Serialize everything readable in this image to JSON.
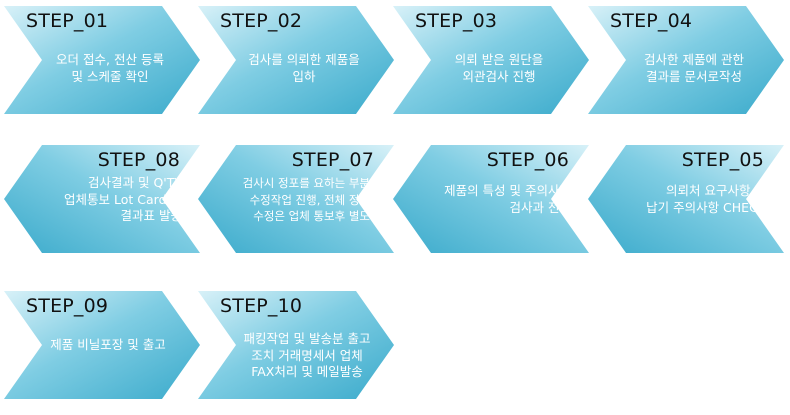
{
  "colors": {
    "arrow_light": "#bfe8f3",
    "arrow_dark": "#4ab5d3",
    "title": "#111111",
    "text": "#ffffff"
  },
  "steps": [
    {
      "title": "STEP_01",
      "desc": "오더 접수, 전산 등록\n및 스케줄 확인"
    },
    {
      "title": "STEP_02",
      "desc": "검사를 의뢰한 제품을\n입하"
    },
    {
      "title": "STEP_03",
      "desc": "의뢰 받은 원단을\n외관검사 진행"
    },
    {
      "title": "STEP_04",
      "desc": "검사한 제품에 관한\n결과를 문서로작성"
    },
    {
      "title": "STEP_08",
      "desc": "검사결과 및 Q'TY\n업체통보 Lot Card 및\n결과표 발송"
    },
    {
      "title": "STEP_07",
      "desc": "검사시 정포를 요하는 부분\n수정작업 진행, 전체 정포\n수정은 업체 통보후 별도"
    },
    {
      "title": "STEP_06",
      "desc": "제품의 특성 및 주의사항\n검사과 전달"
    },
    {
      "title": "STEP_05",
      "desc": "의뢰처 요구사항 및\n납기 주의사항 CHECK"
    },
    {
      "title": "STEP_09",
      "desc": "제품 비닐포장 및 출고"
    },
    {
      "title": "STEP_10",
      "desc": "패킹작업 및 발송분 출고\n조치 거래명세서 업체\nFAX처리 및 메일발송"
    }
  ]
}
